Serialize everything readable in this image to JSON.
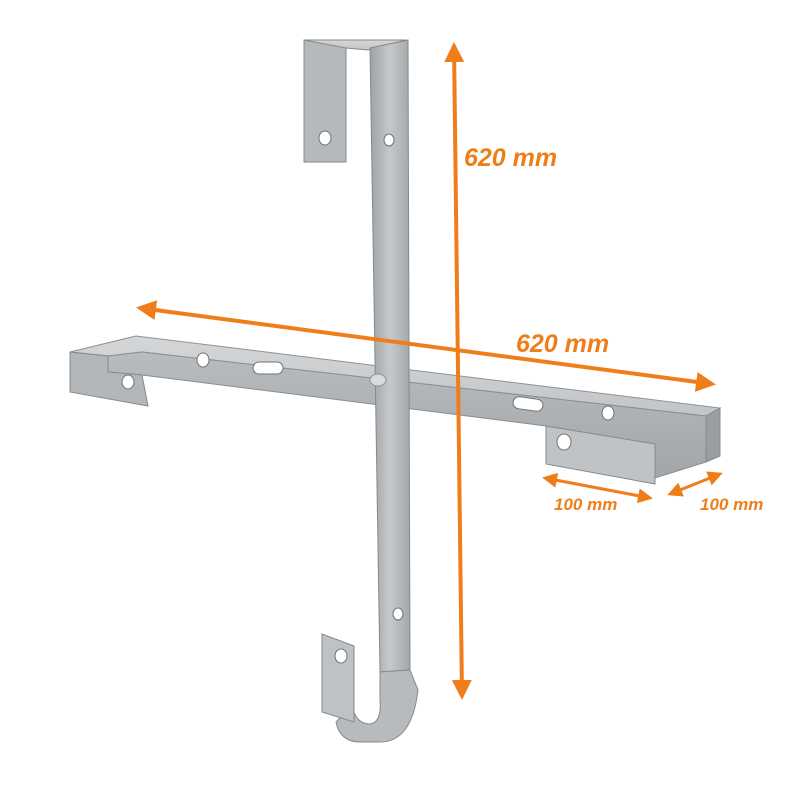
{
  "image": {
    "subject": "galvanized steel cross wall bracket",
    "colors": {
      "dimension_arrow": "#ef7d1a",
      "metal_light": "#c9ccce",
      "metal_mid": "#a9adb0",
      "metal_dark": "#7f8386",
      "background": "#ffffff"
    }
  },
  "dimensions": {
    "vertical_length": "620 mm",
    "horizontal_length": "620 mm",
    "hook_depth_front": "100 mm",
    "hook_depth_side": "100 mm"
  }
}
